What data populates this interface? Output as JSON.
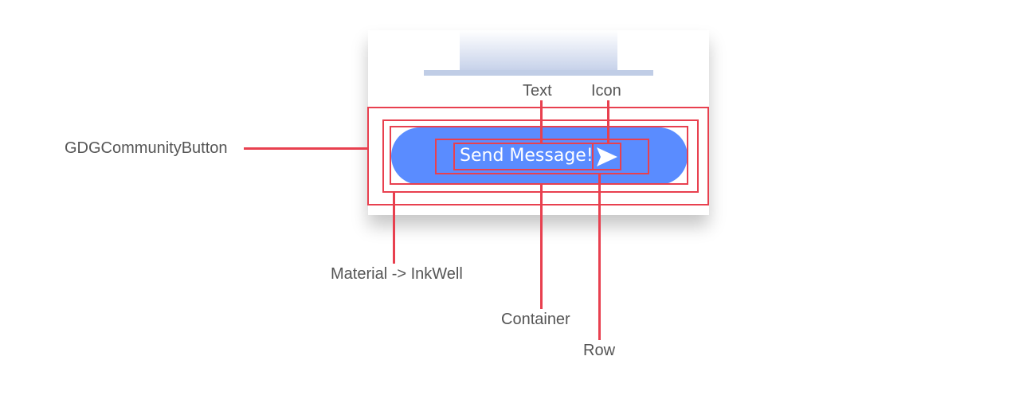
{
  "button": {
    "label": "Send Message!",
    "icon": "send-icon",
    "color": "#5a8cff"
  },
  "annotations": {
    "gdg_community_button": "GDGCommunityButton",
    "material_inkwell": "Material -> InkWell",
    "container": "Container",
    "row": "Row",
    "text": "Text",
    "icon": "Icon"
  },
  "colors": {
    "annotation": "#e8404f",
    "label_text": "#555555",
    "phone_accent": "#c0cde6"
  }
}
